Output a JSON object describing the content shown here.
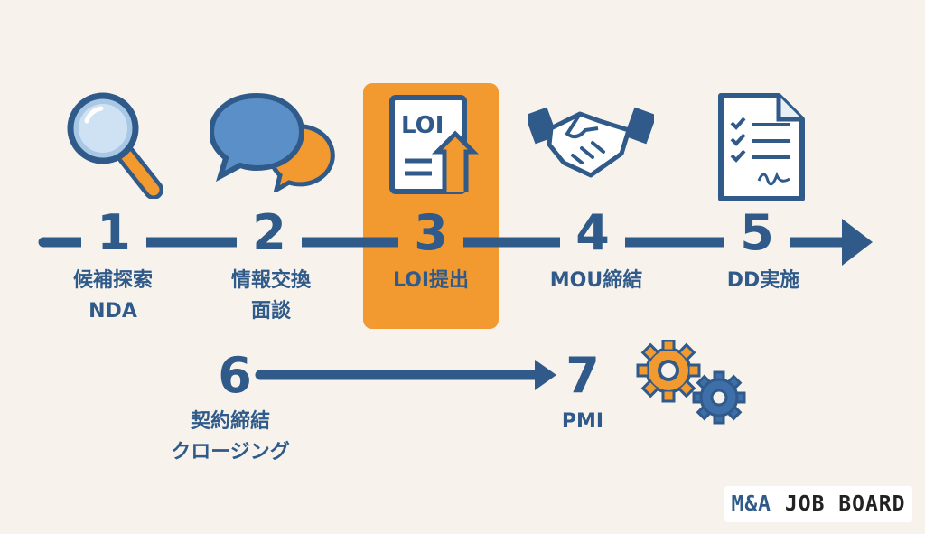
{
  "steps": [
    {
      "number": "1",
      "lines": [
        "候補探索",
        "NDA"
      ],
      "icon": "magnifier-icon"
    },
    {
      "number": "2",
      "lines": [
        "情報交換",
        "面談"
      ],
      "icon": "chat-bubbles-icon"
    },
    {
      "number": "3",
      "lines": [
        "LOI提出"
      ],
      "icon": "loi-document-icon",
      "highlighted": true
    },
    {
      "number": "4",
      "lines": [
        "MOU締結"
      ],
      "icon": "handshake-icon"
    },
    {
      "number": "5",
      "lines": [
        "DD実施"
      ],
      "icon": "checklist-document-icon"
    },
    {
      "number": "6",
      "lines": [
        "契約締結",
        "クロージング"
      ]
    },
    {
      "number": "7",
      "lines": [
        "PMI"
      ],
      "icon": "gears-icon"
    }
  ],
  "loi_icon_text": "LOI",
  "brand": {
    "part1": "M&A",
    "part2": " JOB BOARD"
  },
  "colors": {
    "primary": "#2f5a8a",
    "accent": "#f29a30",
    "background": "#f7f3ec"
  }
}
